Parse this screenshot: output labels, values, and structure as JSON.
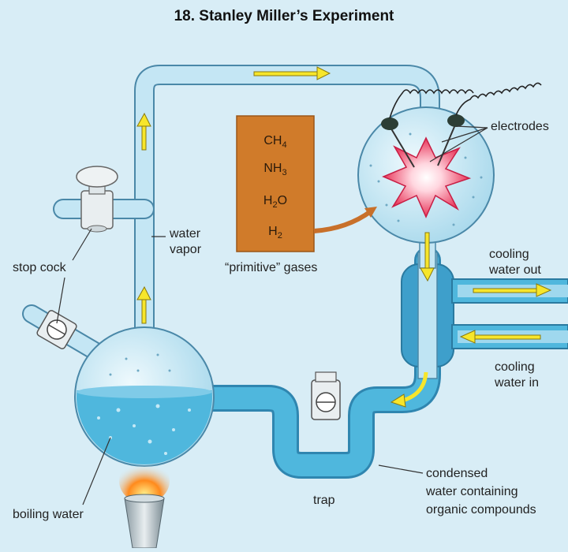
{
  "title": "18.  Stanley Miller’s Experiment",
  "gases": [
    "CH4",
    "NH3",
    "H2O",
    "H2"
  ],
  "labels": {
    "electrodes": "electrodes",
    "water_vapor_1": "water",
    "water_vapor_2": "vapor",
    "stop_cock": "stop cock",
    "primitive_gases": "“primitive” gases",
    "cooling_out_1": "cooling",
    "cooling_out_2": "water out",
    "cooling_in_1": "cooling",
    "cooling_in_2": "water in",
    "boiling_water": "boiling water",
    "trap": "trap",
    "condensed_1": "condensed",
    "condensed_2": "water containing",
    "condensed_3": "organic compounds"
  },
  "colors": {
    "background": "#d8edf6",
    "glass": "#bfe4f3",
    "water": "#4fb7dd",
    "gas_box": "#d07b2a",
    "arrow": "#f7e62b",
    "spark": "#e8365a"
  }
}
